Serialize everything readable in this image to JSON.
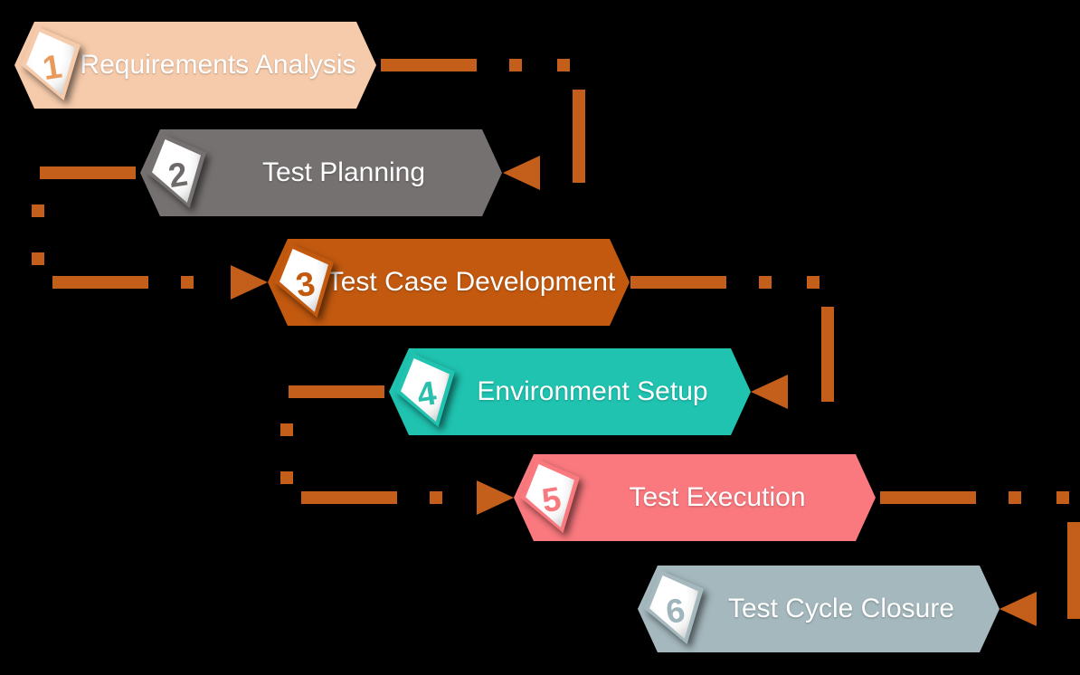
{
  "diagram": {
    "background": "#000000",
    "connector_color": "#C45F1B",
    "steps": [
      {
        "number": "1",
        "label": "Requirements Analysis",
        "color": "#F6CBAB",
        "number_color": "#E9995A"
      },
      {
        "number": "2",
        "label": "Test Planning",
        "color": "#767171",
        "number_color": "#6E6A69"
      },
      {
        "number": "3",
        "label": "Test Case Development",
        "color": "#C2590F",
        "number_color": "#C2590F"
      },
      {
        "number": "4",
        "label": "Environment Setup",
        "color": "#1FC3B0",
        "number_color": "#2BBFAD"
      },
      {
        "number": "5",
        "label": "Test Execution",
        "color": "#F9797E",
        "number_color": "#F8797E"
      },
      {
        "number": "6",
        "label": "Test Cycle Closure",
        "color": "#A4B8BD",
        "number_color": "#9FB4BB"
      }
    ],
    "flow": [
      {
        "from": "Requirements Analysis",
        "to": "Test Planning",
        "side": "right"
      },
      {
        "from": "Test Planning",
        "to": "Test Case Development",
        "side": "left"
      },
      {
        "from": "Test Case Development",
        "to": "Environment Setup",
        "side": "right"
      },
      {
        "from": "Environment Setup",
        "to": "Test Execution",
        "side": "left"
      },
      {
        "from": "Test Execution",
        "to": "Test Cycle Closure",
        "side": "right"
      }
    ]
  }
}
